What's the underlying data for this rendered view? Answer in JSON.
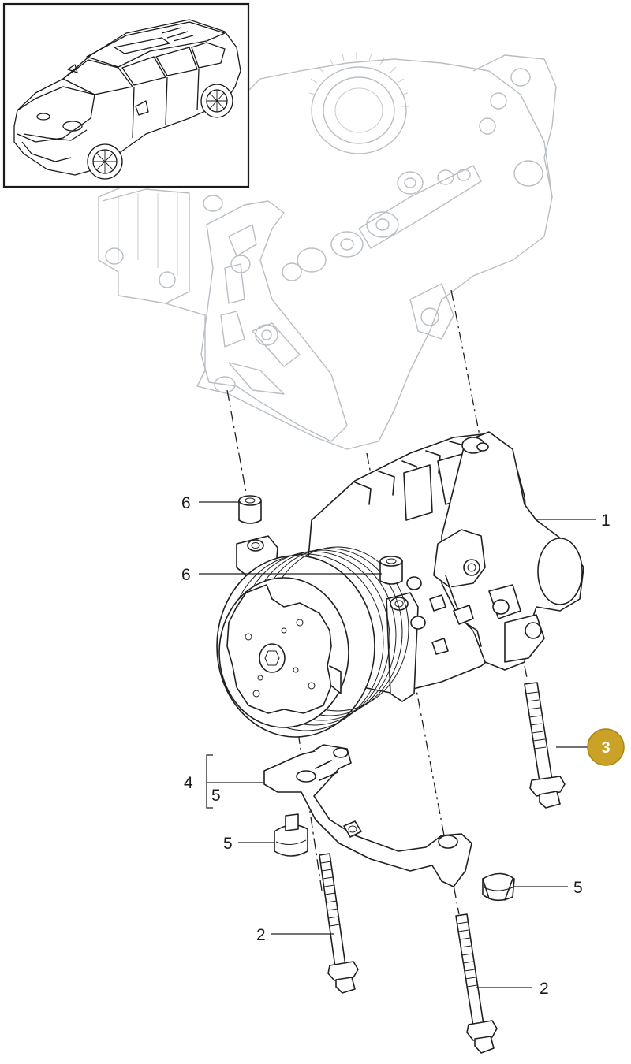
{
  "callouts": {
    "compressor": "1",
    "bolt_left": "2",
    "bolt_right": "2",
    "bolt_long": "3",
    "bracket_group": "4",
    "bracket_sub": "5",
    "clip_left": "5",
    "clip_right": "5",
    "sleeve_top": "6",
    "sleeve_mid": "6"
  },
  "colors": {
    "highlight_badge": "#c9a227",
    "ghost_engine": "#b9bec4",
    "line_art": "#1f1f1f"
  },
  "icons": {
    "vehicle_thumbnail": "suv-vehicle-icon"
  }
}
